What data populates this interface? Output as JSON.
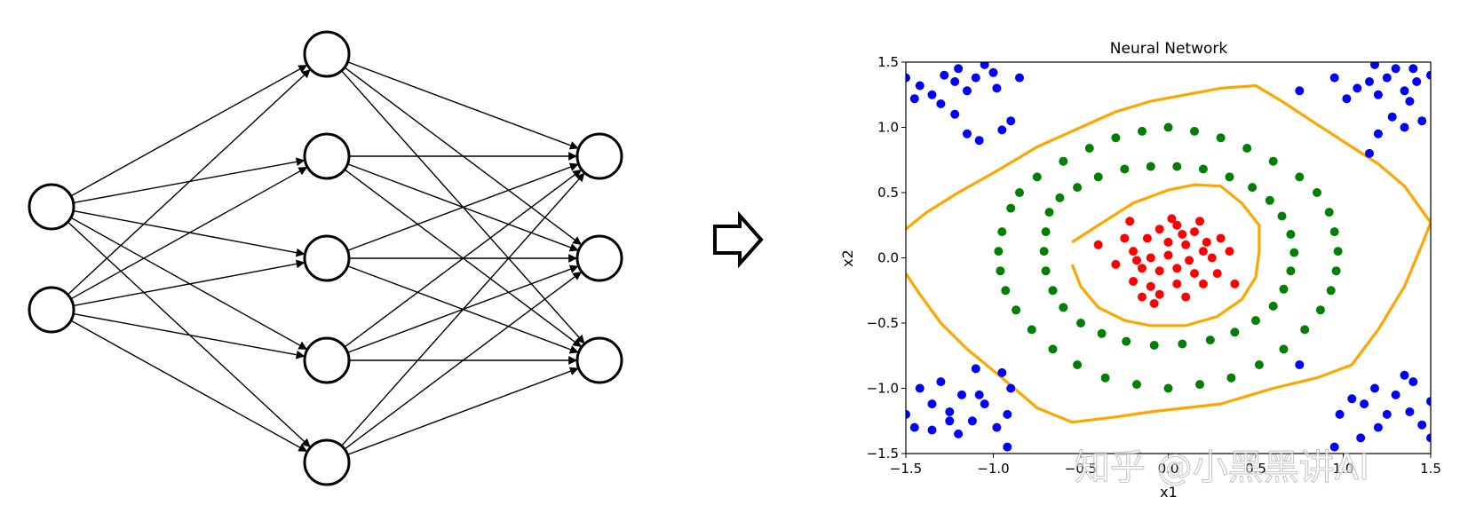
{
  "network": {
    "layers": [
      2,
      5,
      3
    ],
    "connection_style": "fully-connected-arrows"
  },
  "arrow": {
    "icon": "right-arrow-icon"
  },
  "chart_data": {
    "type": "scatter",
    "title": "Neural Network",
    "xlabel": "x1",
    "ylabel": "x2",
    "xlim": [
      -1.5,
      1.5
    ],
    "ylim": [
      -1.5,
      1.5
    ],
    "x_ticks": [
      -1.5,
      -1.0,
      -0.5,
      0.0,
      0.5,
      1.0,
      1.5
    ],
    "y_ticks": [
      -1.5,
      -1.0,
      -0.5,
      0.0,
      0.5,
      1.0,
      1.5
    ],
    "x_tick_labels": [
      "−1.5",
      "−1.0",
      "−0.5",
      "0.0",
      "0.5",
      "1.0",
      "1.5"
    ],
    "y_tick_labels": [
      "−1.5",
      "−1.0",
      "−0.5",
      "0.0",
      "0.5",
      "1.0",
      "1.5"
    ],
    "grid": false,
    "colors": {
      "red": "#ff0000",
      "green": "#007f00",
      "blue": "#0000ff",
      "boundary": "#ffa500"
    },
    "series": [
      {
        "color": "red",
        "points": [
          [
            -0.05,
            0.22
          ],
          [
            0.05,
            0.25
          ],
          [
            0.15,
            0.2
          ],
          [
            -0.12,
            0.15
          ],
          [
            0.0,
            0.12
          ],
          [
            0.1,
            0.1
          ],
          [
            0.2,
            0.05
          ],
          [
            -0.2,
            0.05
          ],
          [
            -0.1,
            0.0
          ],
          [
            0.0,
            0.02
          ],
          [
            0.12,
            -0.02
          ],
          [
            0.25,
            0.0
          ],
          [
            -0.15,
            -0.08
          ],
          [
            -0.05,
            -0.1
          ],
          [
            0.05,
            -0.08
          ],
          [
            0.15,
            -0.12
          ],
          [
            -0.2,
            -0.18
          ],
          [
            -0.1,
            -0.22
          ],
          [
            0.05,
            -0.2
          ],
          [
            0.2,
            -0.2
          ],
          [
            -0.15,
            -0.3
          ],
          [
            -0.05,
            -0.28
          ],
          [
            0.1,
            -0.3
          ],
          [
            -0.25,
            0.15
          ],
          [
            0.3,
            0.15
          ],
          [
            0.35,
            0.05
          ],
          [
            -0.3,
            -0.05
          ],
          [
            0.28,
            -0.12
          ],
          [
            -0.4,
            0.1
          ],
          [
            0.02,
            0.3
          ],
          [
            -0.08,
            -0.35
          ],
          [
            0.18,
            0.28
          ],
          [
            0.38,
            -0.2
          ],
          [
            -0.22,
            0.28
          ],
          [
            0.08,
            0.18
          ],
          [
            -0.18,
            -0.02
          ],
          [
            0.22,
            0.12
          ]
        ]
      },
      {
        "color": "green",
        "points": [
          [
            -0.9,
            0.38
          ],
          [
            -0.85,
            0.5
          ],
          [
            -0.75,
            0.62
          ],
          [
            -0.6,
            0.74
          ],
          [
            -0.45,
            0.84
          ],
          [
            -0.3,
            0.92
          ],
          [
            -0.15,
            0.97
          ],
          [
            0.0,
            1.0
          ],
          [
            0.15,
            0.97
          ],
          [
            0.3,
            0.92
          ],
          [
            0.45,
            0.84
          ],
          [
            0.6,
            0.74
          ],
          [
            0.75,
            0.62
          ],
          [
            0.85,
            0.5
          ],
          [
            0.92,
            0.35
          ],
          [
            0.95,
            0.2
          ],
          [
            0.97,
            0.05
          ],
          [
            0.96,
            -0.1
          ],
          [
            0.93,
            -0.25
          ],
          [
            0.87,
            -0.4
          ],
          [
            0.78,
            -0.55
          ],
          [
            0.66,
            -0.7
          ],
          [
            0.52,
            -0.82
          ],
          [
            0.36,
            -0.92
          ],
          [
            0.18,
            -0.97
          ],
          [
            0.0,
            -1.0
          ],
          [
            -0.18,
            -0.97
          ],
          [
            -0.36,
            -0.92
          ],
          [
            -0.52,
            -0.82
          ],
          [
            -0.66,
            -0.7
          ],
          [
            -0.78,
            -0.55
          ],
          [
            -0.87,
            -0.4
          ],
          [
            -0.93,
            -0.25
          ],
          [
            -0.96,
            -0.1
          ],
          [
            -0.97,
            0.05
          ],
          [
            -0.95,
            0.2
          ],
          [
            -0.68,
            0.35
          ],
          [
            -0.62,
            0.46
          ],
          [
            -0.52,
            0.54
          ],
          [
            -0.4,
            0.62
          ],
          [
            -0.25,
            0.68
          ],
          [
            -0.1,
            0.7
          ],
          [
            0.05,
            0.7
          ],
          [
            0.2,
            0.68
          ],
          [
            0.35,
            0.62
          ],
          [
            0.48,
            0.54
          ],
          [
            0.58,
            0.44
          ],
          [
            0.65,
            0.32
          ],
          [
            0.7,
            0.18
          ],
          [
            0.72,
            0.04
          ],
          [
            0.7,
            -0.1
          ],
          [
            0.66,
            -0.24
          ],
          [
            0.6,
            -0.37
          ],
          [
            0.5,
            -0.48
          ],
          [
            0.38,
            -0.57
          ],
          [
            0.24,
            -0.63
          ],
          [
            0.08,
            -0.66
          ],
          [
            -0.08,
            -0.67
          ],
          [
            -0.24,
            -0.64
          ],
          [
            -0.38,
            -0.58
          ],
          [
            -0.5,
            -0.5
          ],
          [
            -0.6,
            -0.38
          ],
          [
            -0.66,
            -0.25
          ],
          [
            -0.7,
            -0.1
          ],
          [
            -0.71,
            0.05
          ],
          [
            -0.7,
            0.2
          ]
        ]
      },
      {
        "color": "blue",
        "points": [
          [
            -1.5,
            1.38
          ],
          [
            -1.42,
            1.32
          ],
          [
            -1.35,
            1.25
          ],
          [
            -1.28,
            1.4
          ],
          [
            -1.22,
            1.35
          ],
          [
            -1.15,
            1.28
          ],
          [
            -1.1,
            1.38
          ],
          [
            -1.05,
            1.48
          ],
          [
            -0.98,
            1.3
          ],
          [
            -0.85,
            1.38
          ],
          [
            -1.3,
            1.18
          ],
          [
            -1.22,
            1.1
          ],
          [
            -1.15,
            0.95
          ],
          [
            -1.08,
            0.9
          ],
          [
            -1.45,
            1.22
          ],
          [
            -0.9,
            1.05
          ],
          [
            -0.95,
            0.98
          ],
          [
            -1.2,
            1.45
          ],
          [
            -1.0,
            1.42
          ],
          [
            1.5,
            1.4
          ],
          [
            1.42,
            1.35
          ],
          [
            1.35,
            1.28
          ],
          [
            1.3,
            1.45
          ],
          [
            1.25,
            1.38
          ],
          [
            1.2,
            1.25
          ],
          [
            1.15,
            1.35
          ],
          [
            1.08,
            1.3
          ],
          [
            1.02,
            1.22
          ],
          [
            0.95,
            1.38
          ],
          [
            1.38,
            1.2
          ],
          [
            1.45,
            1.05
          ],
          [
            1.35,
            1.0
          ],
          [
            1.28,
            1.08
          ],
          [
            1.2,
            0.95
          ],
          [
            1.15,
            0.8
          ],
          [
            1.18,
            1.48
          ],
          [
            0.75,
            1.28
          ],
          [
            1.4,
            1.45
          ],
          [
            -1.5,
            -1.2
          ],
          [
            -1.42,
            -1.0
          ],
          [
            -1.35,
            -1.12
          ],
          [
            -1.3,
            -0.95
          ],
          [
            -1.25,
            -1.18
          ],
          [
            -1.18,
            -1.05
          ],
          [
            -1.12,
            -1.25
          ],
          [
            -1.05,
            -1.12
          ],
          [
            -0.98,
            -1.3
          ],
          [
            -0.92,
            -1.2
          ],
          [
            -1.45,
            -1.3
          ],
          [
            -1.35,
            -1.32
          ],
          [
            -1.25,
            -1.25
          ],
          [
            -1.2,
            -1.35
          ],
          [
            -1.08,
            -1.05
          ],
          [
            -0.95,
            -0.88
          ],
          [
            -1.1,
            -0.85
          ],
          [
            -0.9,
            -1.0
          ],
          [
            -0.92,
            -1.45
          ],
          [
            1.5,
            -1.38
          ],
          [
            1.45,
            -1.28
          ],
          [
            1.38,
            -1.18
          ],
          [
            1.3,
            -1.05
          ],
          [
            1.25,
            -1.2
          ],
          [
            1.18,
            -1.0
          ],
          [
            1.12,
            -1.12
          ],
          [
            1.05,
            -1.08
          ],
          [
            0.98,
            -1.2
          ],
          [
            1.4,
            -0.95
          ],
          [
            1.35,
            -0.9
          ],
          [
            1.2,
            -1.3
          ],
          [
            1.1,
            -1.38
          ],
          [
            0.95,
            -1.45
          ],
          [
            0.75,
            -0.82
          ],
          [
            1.5,
            -1.1
          ]
        ]
      }
    ],
    "decision_boundaries": [
      [
        [
          -1.5,
          0.22
        ],
        [
          -1.38,
          0.35
        ],
        [
          -1.2,
          0.5
        ],
        [
          -1.0,
          0.65
        ],
        [
          -0.75,
          0.85
        ],
        [
          -0.5,
          1.0
        ],
        [
          -0.3,
          1.12
        ],
        [
          -0.1,
          1.2
        ],
        [
          0.3,
          1.3
        ],
        [
          0.5,
          1.32
        ],
        [
          0.65,
          1.2
        ],
        [
          0.82,
          1.05
        ],
        [
          1.05,
          0.85
        ],
        [
          1.2,
          0.72
        ],
        [
          1.35,
          0.55
        ],
        [
          1.5,
          0.27
        ],
        [
          1.45,
          0.1
        ],
        [
          1.35,
          -0.22
        ],
        [
          1.2,
          -0.55
        ],
        [
          1.05,
          -0.82
        ],
        [
          0.85,
          -0.92
        ],
        [
          0.6,
          -1.0
        ],
        [
          0.3,
          -1.12
        ],
        [
          -0.1,
          -1.18
        ],
        [
          -0.3,
          -1.22
        ],
        [
          -0.55,
          -1.26
        ],
        [
          -0.75,
          -1.15
        ],
        [
          -0.95,
          -0.92
        ],
        [
          -1.15,
          -0.7
        ],
        [
          -1.3,
          -0.5
        ],
        [
          -1.42,
          -0.28
        ],
        [
          -1.5,
          -0.12
        ]
      ],
      [
        [
          -0.55,
          0.12
        ],
        [
          -0.4,
          0.25
        ],
        [
          -0.2,
          0.42
        ],
        [
          0.0,
          0.52
        ],
        [
          0.15,
          0.56
        ],
        [
          0.3,
          0.55
        ],
        [
          0.42,
          0.42
        ],
        [
          0.52,
          0.25
        ],
        [
          0.52,
          0.05
        ],
        [
          0.5,
          -0.15
        ],
        [
          0.42,
          -0.32
        ],
        [
          0.28,
          -0.45
        ],
        [
          0.1,
          -0.52
        ],
        [
          -0.1,
          -0.52
        ],
        [
          -0.25,
          -0.48
        ],
        [
          -0.4,
          -0.38
        ],
        [
          -0.5,
          -0.22
        ],
        [
          -0.55,
          -0.05
        ]
      ]
    ]
  },
  "watermark": {
    "text": "知乎 @小黑黑讲AI"
  }
}
